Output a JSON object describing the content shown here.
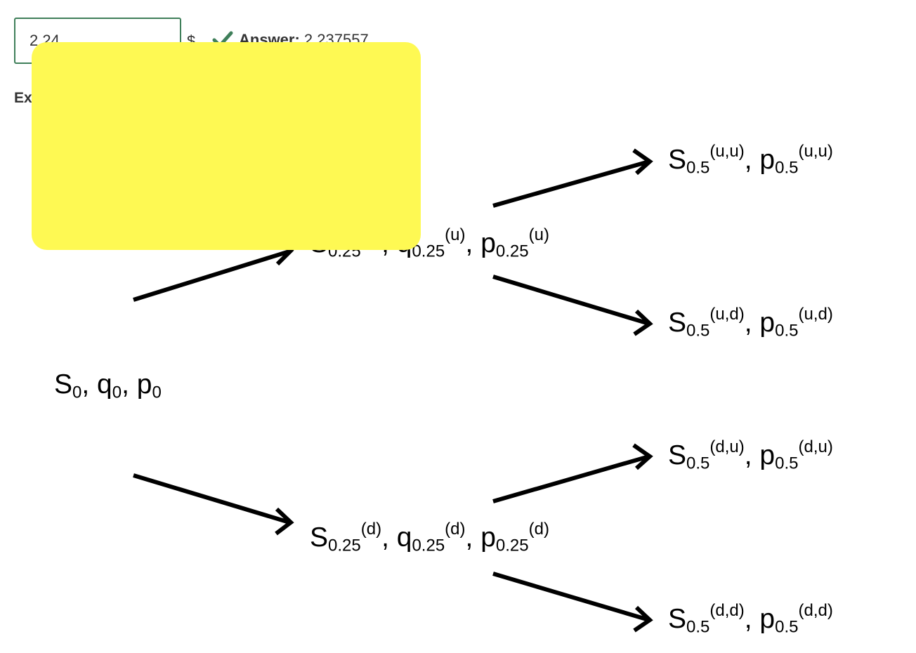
{
  "answer_field": {
    "value": "2.24",
    "unit": "$"
  },
  "feedback": {
    "label": "Answer:",
    "value": "2.237557",
    "icon": "check-icon",
    "color": "#3f7f5a"
  },
  "explanation": {
    "label": "Explanation"
  },
  "overlay": {
    "color": "#fef953"
  },
  "tree": {
    "root": {
      "symbols": [
        "S",
        "q",
        "p"
      ],
      "time": "0"
    },
    "level1": [
      {
        "symbols": [
          "S",
          "q",
          "p"
        ],
        "time": "0.25",
        "path": "(u)"
      },
      {
        "symbols": [
          "S",
          "q",
          "p"
        ],
        "time": "0.25",
        "path": "(d)"
      }
    ],
    "level2": [
      {
        "symbols": [
          "S",
          "p"
        ],
        "time": "0.5",
        "path": "(u,u)"
      },
      {
        "symbols": [
          "S",
          "p"
        ],
        "time": "0.5",
        "path": "(u,d)"
      },
      {
        "symbols": [
          "S",
          "p"
        ],
        "time": "0.5",
        "path": "(d,u)"
      },
      {
        "symbols": [
          "S",
          "p"
        ],
        "time": "0.5",
        "path": "(d,d)"
      }
    ]
  }
}
